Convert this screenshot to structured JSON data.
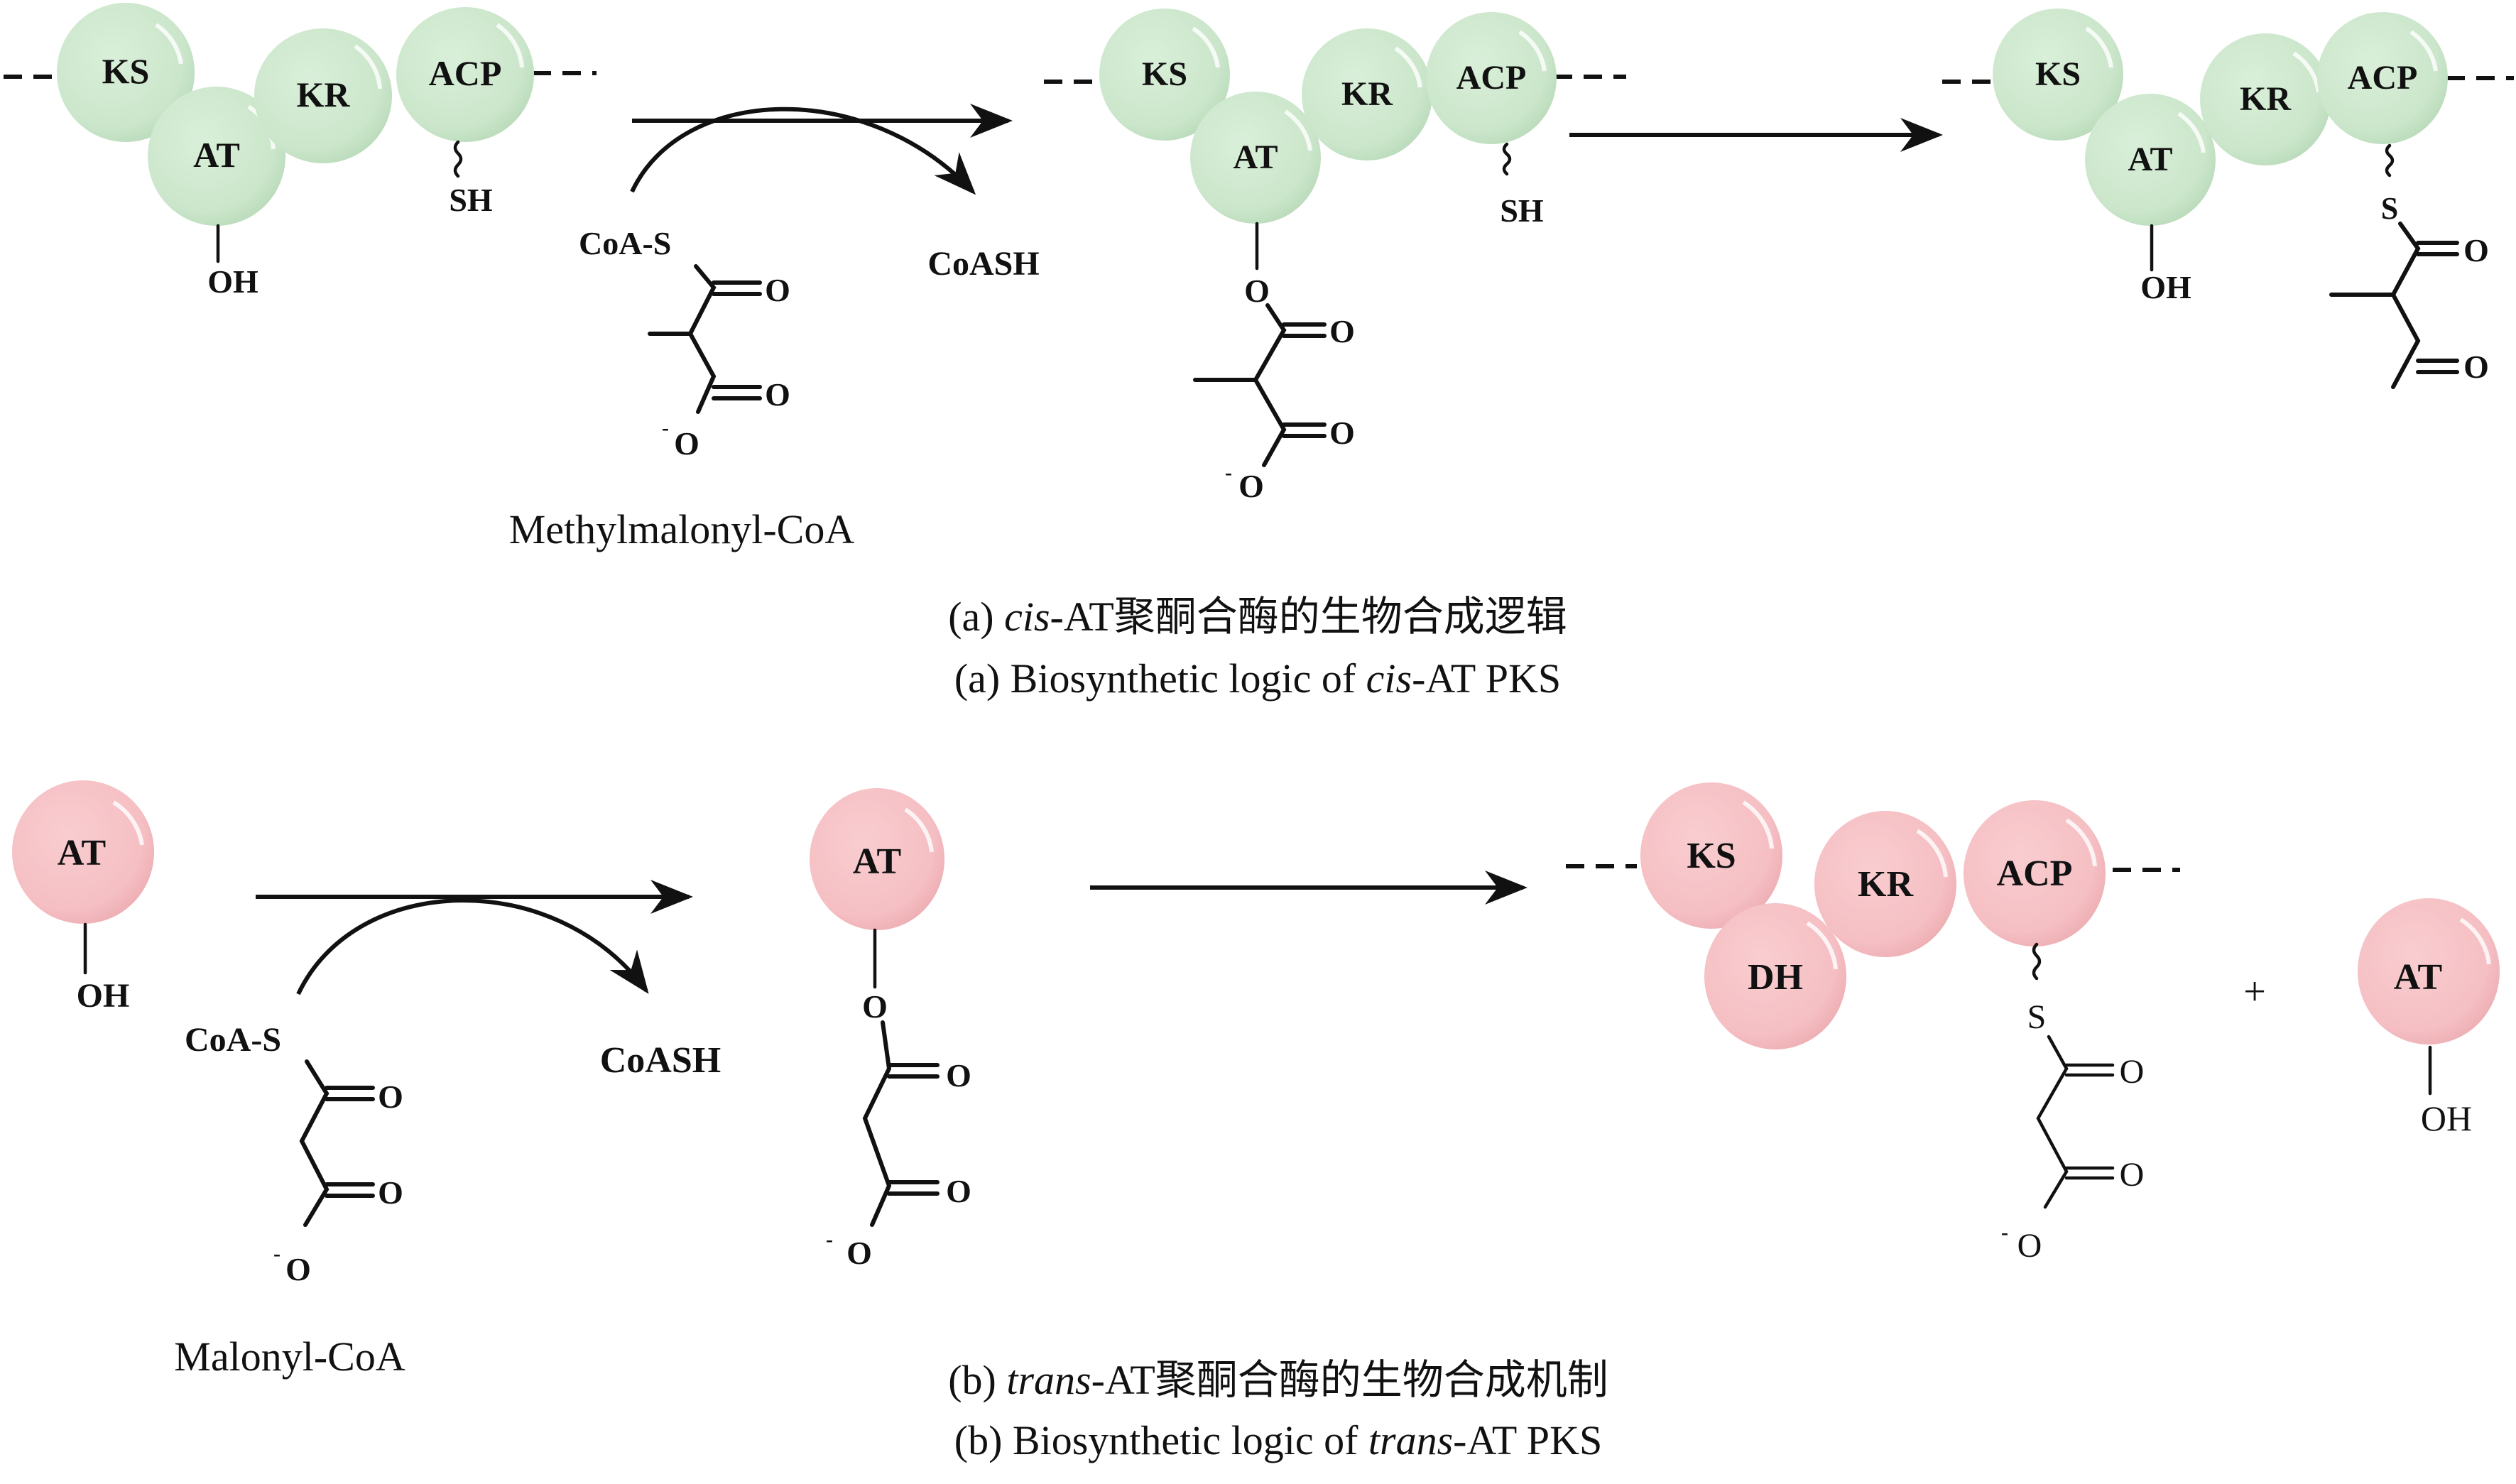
{
  "colors": {
    "cis_domain": "#cfe9cf",
    "trans_domain": "#f7c2c6",
    "ink": "#111111"
  },
  "panel_a": {
    "module_1": {
      "domains": [
        "KS",
        "AT",
        "KR",
        "ACP"
      ],
      "at_substituent": "OH",
      "acp_substituent": "SH"
    },
    "substrate": {
      "thioester_label": "CoA-S",
      "carbonyl_o": "O",
      "acid_o": "O",
      "carboxylate": "O",
      "charge": "-",
      "name": "Methylmalonyl-CoA"
    },
    "byproduct": "CoASH",
    "module_2": {
      "domains": [
        "KS",
        "AT",
        "KR",
        "ACP"
      ],
      "ester_o": "O",
      "carbonyl_o": "O",
      "acid_o": "O",
      "carboxylate": "O",
      "charge": "-",
      "acp_substituent": "SH"
    },
    "module_3": {
      "domains": [
        "KS",
        "AT",
        "KR",
        "ACP"
      ],
      "at_substituent": "OH",
      "thio": "S",
      "carbonyl_o_1": "O",
      "carbonyl_o_2": "O"
    },
    "caption_cn_prefix": "(a) ",
    "caption_cn_italic": "cis",
    "caption_cn_suffix": "-AT聚酮合酶的生物合成逻辑",
    "caption_en_prefix": "(a) Biosynthetic logic of ",
    "caption_en_italic": "cis",
    "caption_en_suffix": "-AT PKS"
  },
  "panel_b": {
    "free_at": {
      "domain": "AT",
      "substituent": "OH"
    },
    "substrate": {
      "thioester_label": "CoA-S",
      "carbonyl_o": "O",
      "acid_o": "O",
      "carboxylate": "O",
      "charge": "-",
      "name": "Malonyl-CoA"
    },
    "byproduct": "CoASH",
    "loaded_at": {
      "domain": "AT",
      "ester_o": "O",
      "carbonyl_o": "O",
      "acid_o": "O",
      "carboxylate": "O",
      "charge": "-"
    },
    "module": {
      "domains": [
        "KS",
        "DH",
        "KR",
        "ACP"
      ],
      "thio": "S",
      "carbonyl_o": "O",
      "acid_o": "O",
      "carboxylate": "O",
      "charge": "-"
    },
    "plus": "+",
    "released_at": {
      "domain": "AT",
      "substituent": "OH"
    },
    "caption_cn_prefix": "(b) ",
    "caption_cn_italic": "trans",
    "caption_cn_suffix": "-AT聚酮合酶的生物合成机制",
    "caption_en_prefix": "(b) Biosynthetic logic of ",
    "caption_en_italic": "trans",
    "caption_en_suffix": "-AT PKS"
  }
}
